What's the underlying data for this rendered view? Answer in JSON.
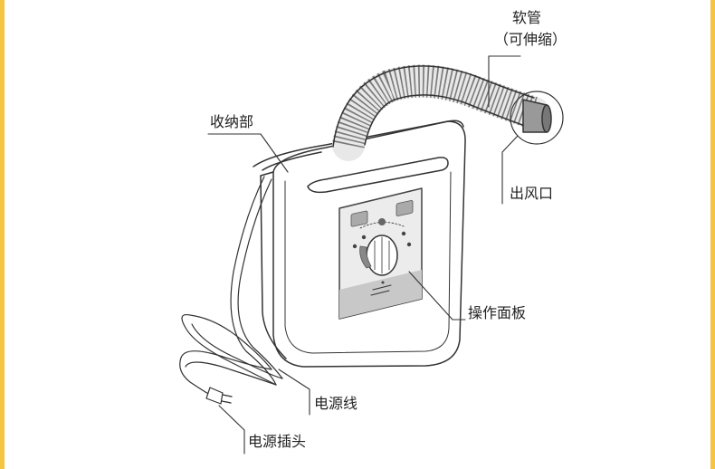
{
  "labels": {
    "hose": "软管",
    "hose_note": "（可伸缩）",
    "storage": "收纳部",
    "air_outlet": "出风口",
    "control_panel": "操作面板",
    "power_cord": "电源线",
    "power_plug": "电源插头"
  },
  "colors": {
    "border": "#f5c542",
    "stroke": "#333333",
    "panel": "#e6e6e6"
  },
  "icons": [
    "hose-icon",
    "dryer-body",
    "control-dial",
    "power-plug-icon"
  ]
}
